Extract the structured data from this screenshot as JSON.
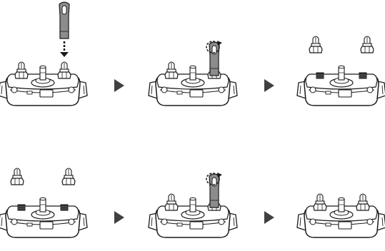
{
  "diagram": {
    "rows": [
      {
        "steps": [
          {
            "prong_left": "installed",
            "prong_right": "installed",
            "tool": "inserting",
            "arrow": "down"
          },
          {
            "prong_left": "installed",
            "prong_right": "tool-mounted",
            "tool": "turning",
            "arrow": "rotate"
          },
          {
            "prong_left": "removed",
            "prong_right": "removed",
            "tool": "none",
            "arrow": "none"
          }
        ]
      },
      {
        "steps": [
          {
            "prong_left": "removed",
            "prong_right": "removed",
            "tool": "none",
            "arrow": "none"
          },
          {
            "prong_left": "installed",
            "prong_right": "tool-mounted",
            "tool": "turning",
            "arrow": "rotate"
          },
          {
            "prong_left": "installed",
            "prong_right": "installed",
            "tool": "none",
            "arrow": "none"
          }
        ]
      }
    ],
    "colors": {
      "outline": "#1a1a1a",
      "tool_fill": "#8c8c8c",
      "arrow_fill": "#404040",
      "receiver_fill": "#ffffff",
      "dark_detail": "#2a2a2a"
    },
    "icons": [
      "receiver-collar",
      "contact-point",
      "contact-tool",
      "step-arrow",
      "rotate-arrow",
      "insert-arrow"
    ]
  }
}
